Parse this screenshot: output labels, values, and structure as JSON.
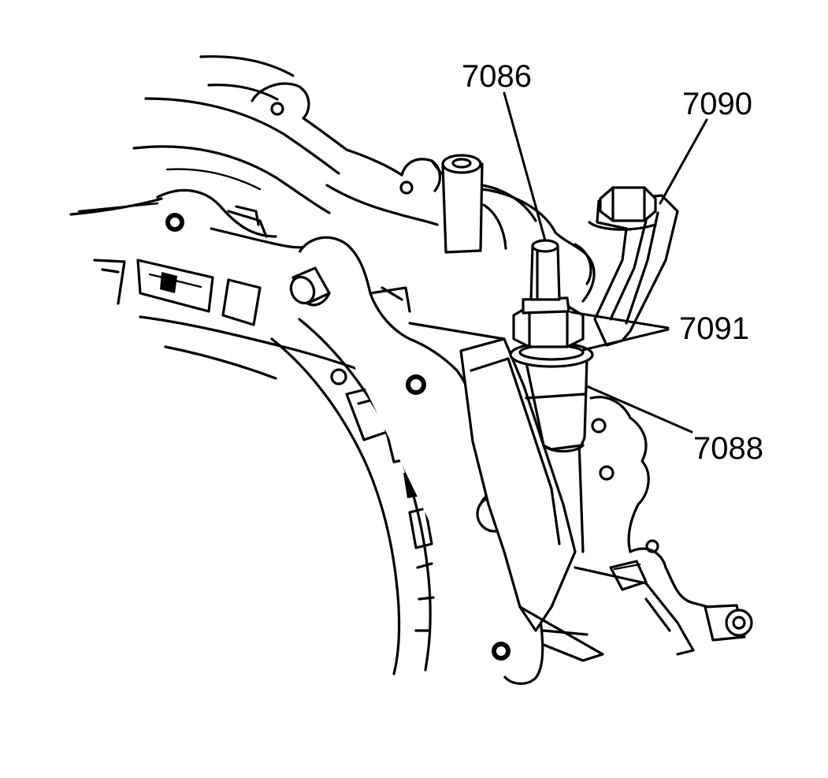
{
  "callouts": [
    {
      "id": "c1",
      "label": "7086"
    },
    {
      "id": "c2",
      "label": "7090"
    },
    {
      "id": "c3",
      "label": "7091"
    },
    {
      "id": "c4",
      "label": "7088"
    }
  ]
}
